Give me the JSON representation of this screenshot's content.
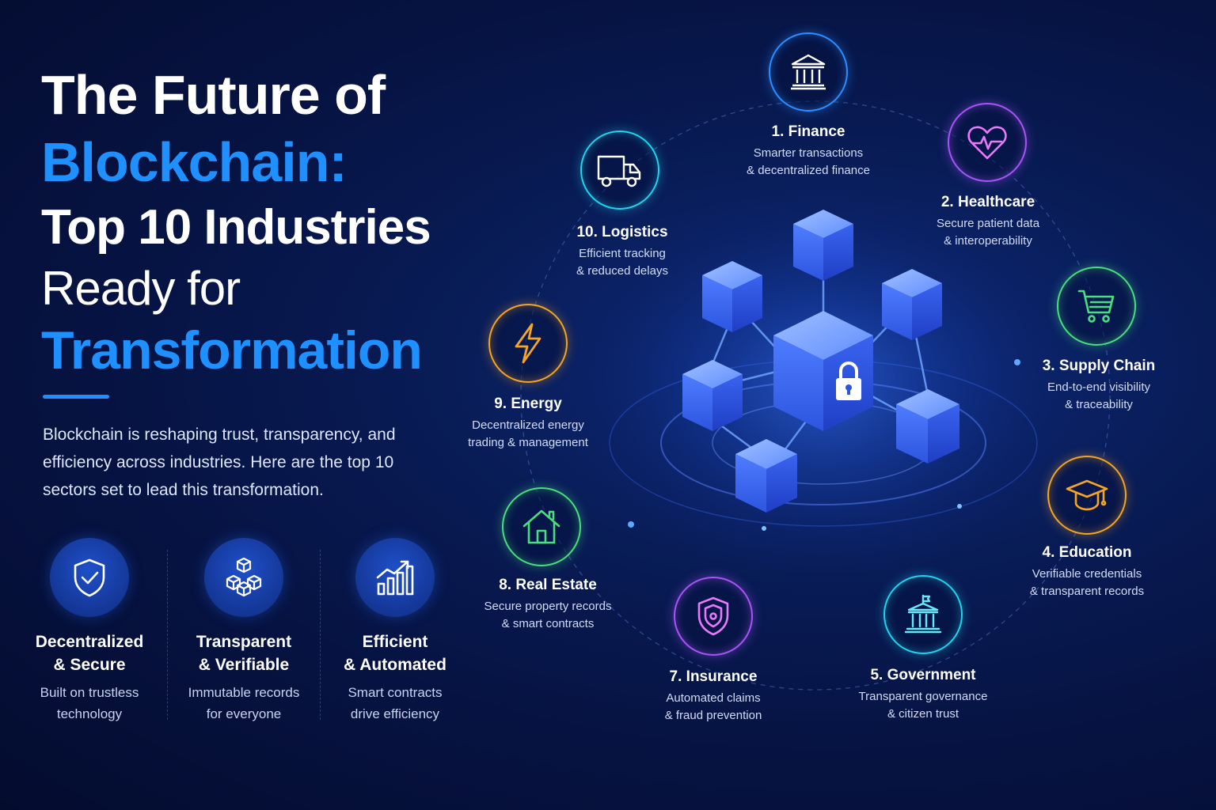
{
  "title": {
    "line1": "The Future of",
    "line2": "Blockchain:",
    "line3": "Top 10 Industries",
    "line4": "Ready for",
    "line5": "Transformation"
  },
  "intro": "Blockchain is reshaping trust, transparency, and efficiency across industries. Here are the top 10 sectors set to lead this transformation.",
  "features": [
    {
      "icon": "shield-check-icon",
      "title1": "Decentralized",
      "title2": "& Secure",
      "sub1": "Built on trustless",
      "sub2": "technology"
    },
    {
      "icon": "cubes-network-icon",
      "title1": "Transparent",
      "title2": "& Verifiable",
      "sub1": "Immutable records",
      "sub2": "for everyone"
    },
    {
      "icon": "growth-chart-icon",
      "title1": "Efficient",
      "title2": "& Automated",
      "sub1": "Smart contracts",
      "sub2": "drive efficiency"
    }
  ],
  "industries": [
    {
      "title": "1. Finance",
      "desc1": "Smarter transactions",
      "desc2": "& decentralized finance",
      "icon": "bank-icon",
      "color": "#2f8dff"
    },
    {
      "title": "2. Healthcare",
      "desc1": "Secure patient data",
      "desc2": "& interoperability",
      "icon": "heart-pulse-icon",
      "color": "#a855f7"
    },
    {
      "title": "3. Supply Chain",
      "desc1": "End-to-end visibility",
      "desc2": "& traceability",
      "icon": "shopping-cart-icon",
      "color": "#4ade80"
    },
    {
      "title": "4. Education",
      "desc1": "Verifiable credentials",
      "desc2": "& transparent records",
      "icon": "graduation-cap-icon",
      "color": "#f5a524"
    },
    {
      "title": "5. Government",
      "desc1": "Transparent governance",
      "desc2": "& citizen trust",
      "icon": "government-building-icon",
      "color": "#22d3ee"
    },
    {
      "title": "7. Insurance",
      "desc1": "Automated claims",
      "desc2": "& fraud prevention",
      "icon": "shield-icon",
      "color": "#a855f7"
    },
    {
      "title": "8. Real Estate",
      "desc1": "Secure property records",
      "desc2": "& smart contracts",
      "icon": "house-icon",
      "color": "#4ade80"
    },
    {
      "title": "9. Energy",
      "desc1": "Decentralized energy",
      "desc2": "trading & management",
      "icon": "lightning-icon",
      "color": "#f5a524"
    },
    {
      "title": "10. Logistics",
      "desc1": "Efficient tracking",
      "desc2": "& reduced delays",
      "icon": "truck-icon",
      "color": "#22d3ee"
    }
  ],
  "center_icon": "padlock-icon"
}
